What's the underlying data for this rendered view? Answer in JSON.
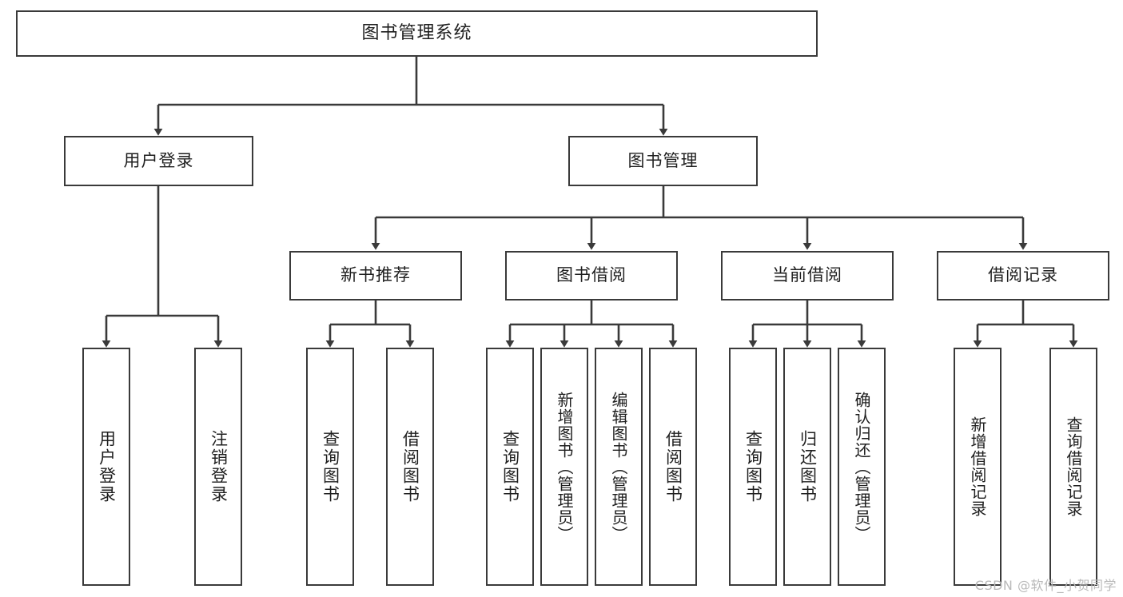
{
  "diagram": {
    "type": "tree-hierarchy",
    "title": "图书管理系统",
    "watermark": "CSDN @软件_小贺同学",
    "colors": {
      "box_border": "#3a3a3a",
      "box_fill": "#ffffff",
      "connector": "#3a3a3a",
      "text": "#1f1f1f",
      "watermark": "#b9b9b9"
    },
    "root": {
      "label": "图书管理系统"
    },
    "level2": [
      {
        "label": "用户登录"
      },
      {
        "label": "图书管理"
      }
    ],
    "level3": [
      {
        "label": "新书推荐"
      },
      {
        "label": "图书借阅"
      },
      {
        "label": "当前借阅"
      },
      {
        "label": "借阅记录"
      }
    ],
    "leaves": {
      "user_login": [
        {
          "label": "用户登录"
        },
        {
          "label": "注销登录"
        }
      ],
      "new_book_recommend": [
        {
          "label": "查询图书"
        },
        {
          "label": "借阅图书"
        }
      ],
      "book_borrow": [
        {
          "label": "查询图书"
        },
        {
          "label": "新增图书（管理员）"
        },
        {
          "label": "编辑图书（管理员）"
        },
        {
          "label": "借阅图书"
        }
      ],
      "current_borrow": [
        {
          "label": "查询图书"
        },
        {
          "label": "归还图书"
        },
        {
          "label": "确认归还（管理员）"
        }
      ],
      "borrow_record": [
        {
          "label": "新增借阅记录"
        },
        {
          "label": "查询借阅记录"
        }
      ]
    }
  }
}
